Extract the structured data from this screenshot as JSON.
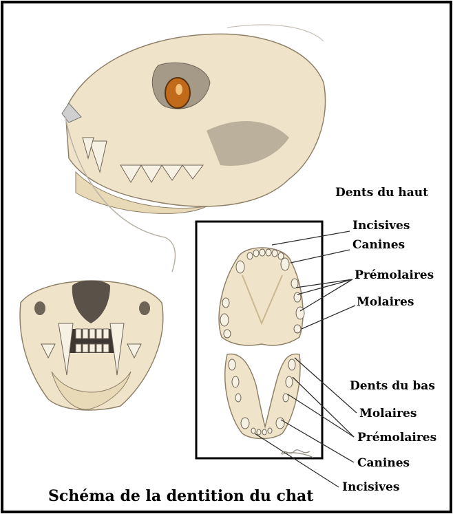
{
  "upper": {
    "heading": "Dents du haut",
    "labels": [
      "Incisives",
      "Canines",
      "Prémolaires",
      "Molaires"
    ]
  },
  "lower": {
    "heading": "Dents du bas",
    "labels": [
      "Molaires",
      "Prémolaires",
      "Canines",
      "Incisives"
    ]
  },
  "caption": "Schéma de la dentition du chat",
  "colors": {
    "bone": "#efe3c9",
    "bone_shade": "#d8c39c",
    "outline": "#8f8068",
    "eye": "#c06a1a",
    "frame": "#000000"
  }
}
